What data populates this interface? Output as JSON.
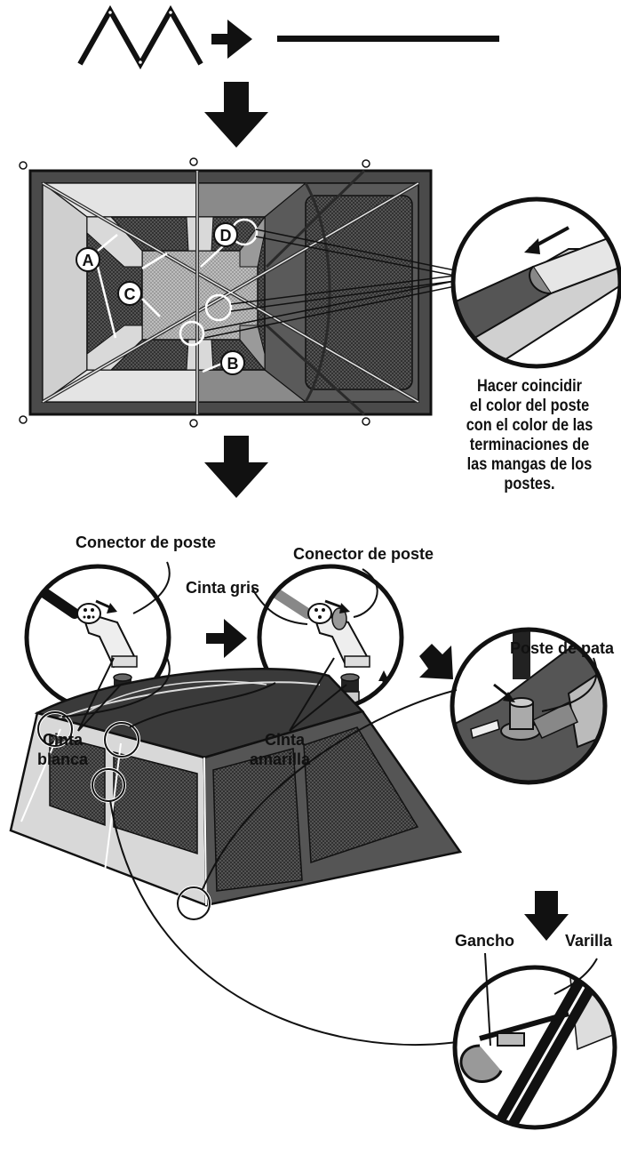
{
  "letters": {
    "a": "A",
    "b": "B",
    "c": "C",
    "d": "D"
  },
  "caption": [
    "Hacer coincidir",
    "el color del poste",
    "con el color de las",
    "terminaciones de",
    "las mangas de los",
    "postes."
  ],
  "labels": {
    "connector_left": "Conector de poste",
    "connector_right": "Conector de poste",
    "gray_tape": "Cinta gris",
    "white_tape_1": "Cinta",
    "white_tape_2": "blanca",
    "yellow_tape_1": "Cinta",
    "yellow_tape_2": "amarilla",
    "leg_pole": "Poste de pata",
    "hook": "Gancho",
    "rod": "Varilla"
  },
  "colors": {
    "ink": "#111111",
    "dark_fill": "#4a4a4a",
    "mid_fill": "#8c8c8c",
    "light_fill": "#d9d9d9",
    "mesh": "#3b3b3b"
  }
}
